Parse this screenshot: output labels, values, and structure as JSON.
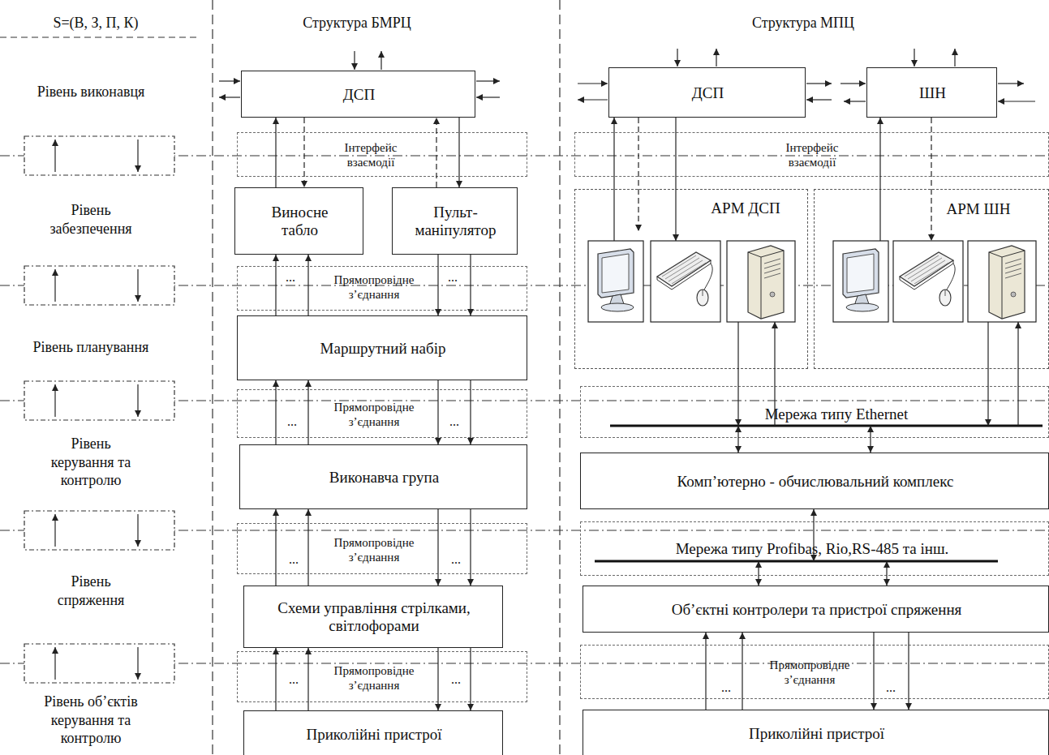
{
  "diagram": {
    "nodes": [
      {
        "text": [
          "ДСП"
        ]
      },
      {
        "text": [
          "ДСП"
        ]
      },
      {
        "text": [
          "ШН"
        ]
      },
      {
        "text": [
          "Інтерфейс взаємодії"
        ]
      },
      {
        "text": [
          "Інтерфейс взаємодії"
        ]
      },
      {
        "text": [
          "Виносне табло"
        ]
      },
      {
        "text": [
          "Пульт- маніпулятор"
        ]
      },
      {
        "text": [
          "АРМ ДСП"
        ]
      },
      {
        "text": [
          "АРМ ШН"
        ]
      },
      {
        "text": [
          "Прямопровідне з’єднання"
        ]
      },
      {
        "text": [
          "Маршрутний набір"
        ]
      },
      {
        "text": [
          "Прямопровідне з’єднання"
        ]
      },
      {
        "text": [
          "Мережа типу Ethernet"
        ]
      },
      {
        "text": [
          "Виконавча група"
        ]
      },
      {
        "text": [
          "Комп’ютерно - обчислювальний комплекс"
        ]
      },
      {
        "text": [
          "Прямопровідне з’єднання"
        ]
      },
      {
        "text": [
          "Мережа типу Profibas, Rio,RS-485 та інш."
        ]
      },
      {
        "text": [
          "Схеми управління стрілками, світлофорами"
        ]
      },
      {
        "text": [
          "Об’єктні контролери та пристрої спряження"
        ]
      },
      {
        "text": [
          "Прямопровідне з’єднання"
        ]
      },
      {
        "text": [
          "Прямопровідне з’єднання"
        ]
      },
      {
        "text": [
          "Приколійні пристрої"
        ]
      },
      {
        "text": [
          "Приколійні пристрої"
        ]
      }
    ],
    "edges": [
      {
        "from": 5,
        "to": 0,
        "arrow": "to"
      },
      {
        "from": 0,
        "to": 5,
        "arrow": "to"
      },
      {
        "from": 6,
        "to": 0,
        "arrow": "to"
      },
      {
        "from": 0,
        "to": 6,
        "arrow": "to"
      },
      {
        "from": 7,
        "to": 1,
        "arrow": "to"
      },
      {
        "from": 1,
        "to": 7,
        "arrow": "to"
      },
      {
        "from": 1,
        "to": 7,
        "arrow": "to"
      },
      {
        "from": 8,
        "to": 2,
        "arrow": "to"
      },
      {
        "from": 2,
        "to": 8,
        "arrow": "to"
      },
      {
        "from": 10,
        "to": 5,
        "arrow": "to"
      },
      {
        "from": 10,
        "to": 5,
        "arrow": "to"
      },
      {
        "from": 6,
        "to": 10,
        "arrow": "to"
      },
      {
        "from": 6,
        "to": 10,
        "arrow": "to"
      },
      {
        "from": 13,
        "to": 10,
        "arrow": "to"
      },
      {
        "from": 13,
        "to": 10,
        "arrow": "to"
      },
      {
        "from": 10,
        "to": 13,
        "arrow": "to"
      },
      {
        "from": 10,
        "to": 13,
        "arrow": "to"
      },
      {
        "from": 17,
        "to": 13,
        "arrow": "to"
      },
      {
        "from": 17,
        "to": 13,
        "arrow": "to"
      },
      {
        "from": 13,
        "to": 17,
        "arrow": "to"
      },
      {
        "from": 13,
        "to": 17,
        "arrow": "to"
      },
      {
        "from": 21,
        "to": 17,
        "arrow": "to"
      },
      {
        "from": 21,
        "to": 17,
        "arrow": "to"
      },
      {
        "from": 17,
        "to": 21,
        "arrow": "to"
      },
      {
        "from": 17,
        "to": 21,
        "arrow": "to"
      },
      {
        "from": 7,
        "to": 12,
        "arrow": "to"
      },
      {
        "from": 12,
        "to": 7,
        "arrow": "to"
      },
      {
        "from": 8,
        "to": 12,
        "arrow": "to"
      },
      {
        "from": 12,
        "to": 8,
        "arrow": "to"
      },
      {
        "from": 12,
        "to": 14,
        "arrow": "both"
      },
      {
        "from": 12,
        "to": 14,
        "arrow": "both"
      },
      {
        "from": 14,
        "to": 16,
        "arrow": "both"
      },
      {
        "from": 16,
        "to": 18,
        "arrow": "both"
      },
      {
        "from": 16,
        "to": 18,
        "arrow": "both"
      },
      {
        "from": 22,
        "to": 18,
        "arrow": "to"
      },
      {
        "from": 22,
        "to": 18,
        "arrow": "to"
      },
      {
        "from": 18,
        "to": 22,
        "arrow": "to"
      },
      {
        "from": 18,
        "to": 22,
        "arrow": "to"
      }
    ],
    "labels": [
      "S=(В, З, П, К)",
      "Структура БМРЦ",
      "Структура МПЦ",
      "Рівень виконавця",
      "Рівень забезпечення",
      "Рівень планування",
      "Рівень керування та контролю",
      "Рівень спряження",
      "Рівень об’єктів керування та контролю",
      "...",
      "...",
      "...",
      "...",
      "...",
      "...",
      "...",
      "...",
      "...",
      "..."
    ]
  }
}
